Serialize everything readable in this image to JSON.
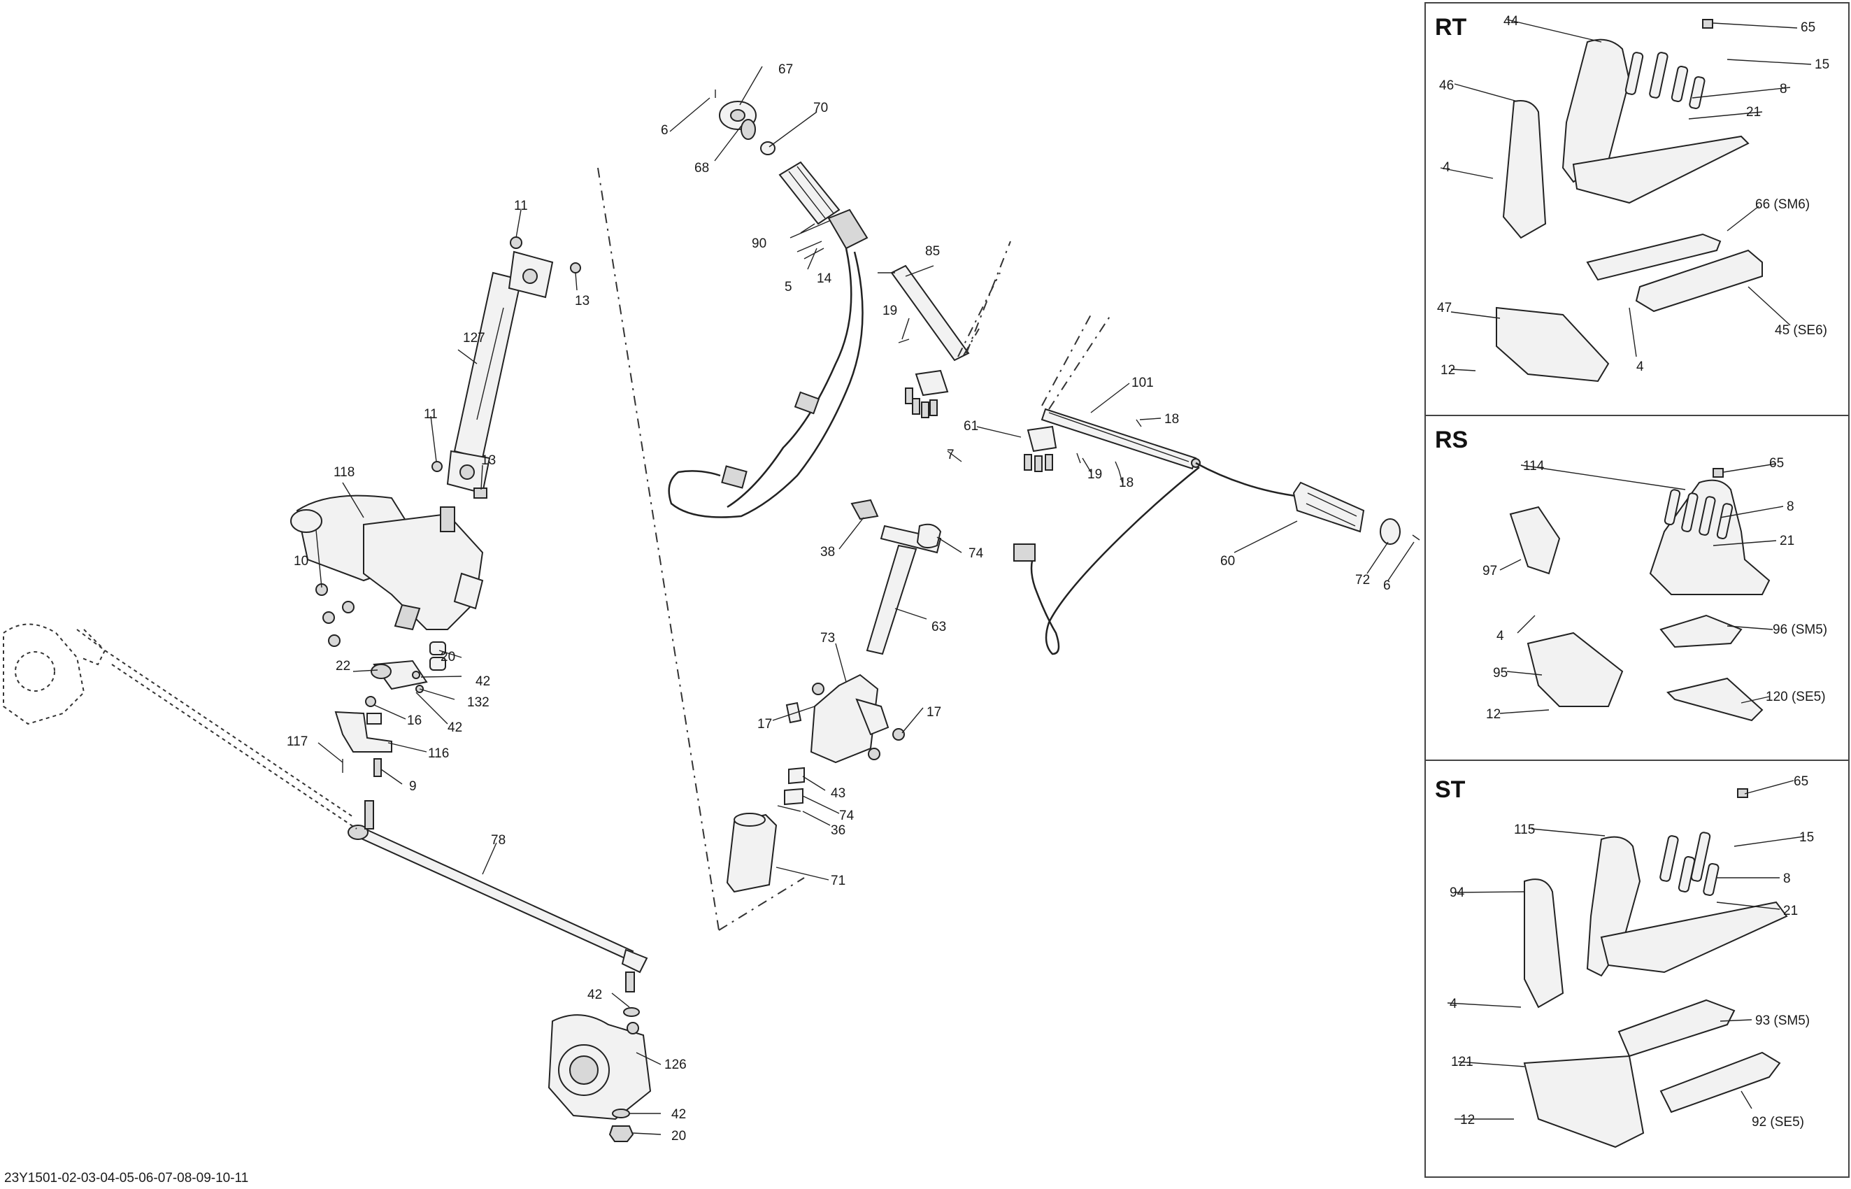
{
  "diagram_code": "23Y1501-02-03-04-05-06-07-08-09-10-11",
  "panels": {
    "rt": {
      "title": "RT"
    },
    "rs": {
      "title": "RS"
    },
    "st": {
      "title": "ST"
    }
  },
  "callouts": {
    "c6a": "6",
    "c67": "67",
    "c70": "70",
    "c68": "68",
    "c90": "90",
    "c5": "5",
    "c14": "14",
    "c85": "85",
    "c19a": "19",
    "c61": "61",
    "c7": "7",
    "c101": "101",
    "c18a": "18",
    "c19b": "19",
    "c18b": "18",
    "c38": "38",
    "c74a": "74",
    "c63": "63",
    "c73": "73",
    "c17a": "17",
    "c17b": "17",
    "c43": "43",
    "c74b": "74",
    "c36": "36",
    "c71": "71",
    "c60": "60",
    "c72": "72",
    "c6b": "6",
    "c11a": "11",
    "c13a": "13",
    "c127": "127",
    "c11b": "11",
    "c13b": "13",
    "c118": "118",
    "c10": "10",
    "c20a": "20",
    "c22": "22",
    "c42a": "42",
    "c132": "132",
    "c16": "16",
    "c42b": "42",
    "c117": "117",
    "c116": "116",
    "c9": "9",
    "c78": "78",
    "c42c": "42",
    "c126": "126",
    "c42d": "42",
    "c20b": "20",
    "rt44": "44",
    "rt65": "65",
    "rt15": "15",
    "rt46": "46",
    "rt8": "8",
    "rt21": "21",
    "rt4a": "4",
    "rt66": "66 (SM6)",
    "rt47": "47",
    "rt45": "45 (SE6)",
    "rt12": "12",
    "rt4b": "4",
    "rs65": "65",
    "rs114": "114",
    "rs8": "8",
    "rs21": "21",
    "rs97": "97",
    "rs4": "4",
    "rs96": "96 (SM5)",
    "rs95": "95",
    "rs120": "120 (SE5)",
    "rs12": "12",
    "st65": "65",
    "st115": "115",
    "st15": "15",
    "st94": "94",
    "st8": "8",
    "st21": "21",
    "st4": "4",
    "st93": "93 (SM5)",
    "st121": "121",
    "st12": "12",
    "st92": "92 (SE5)"
  }
}
